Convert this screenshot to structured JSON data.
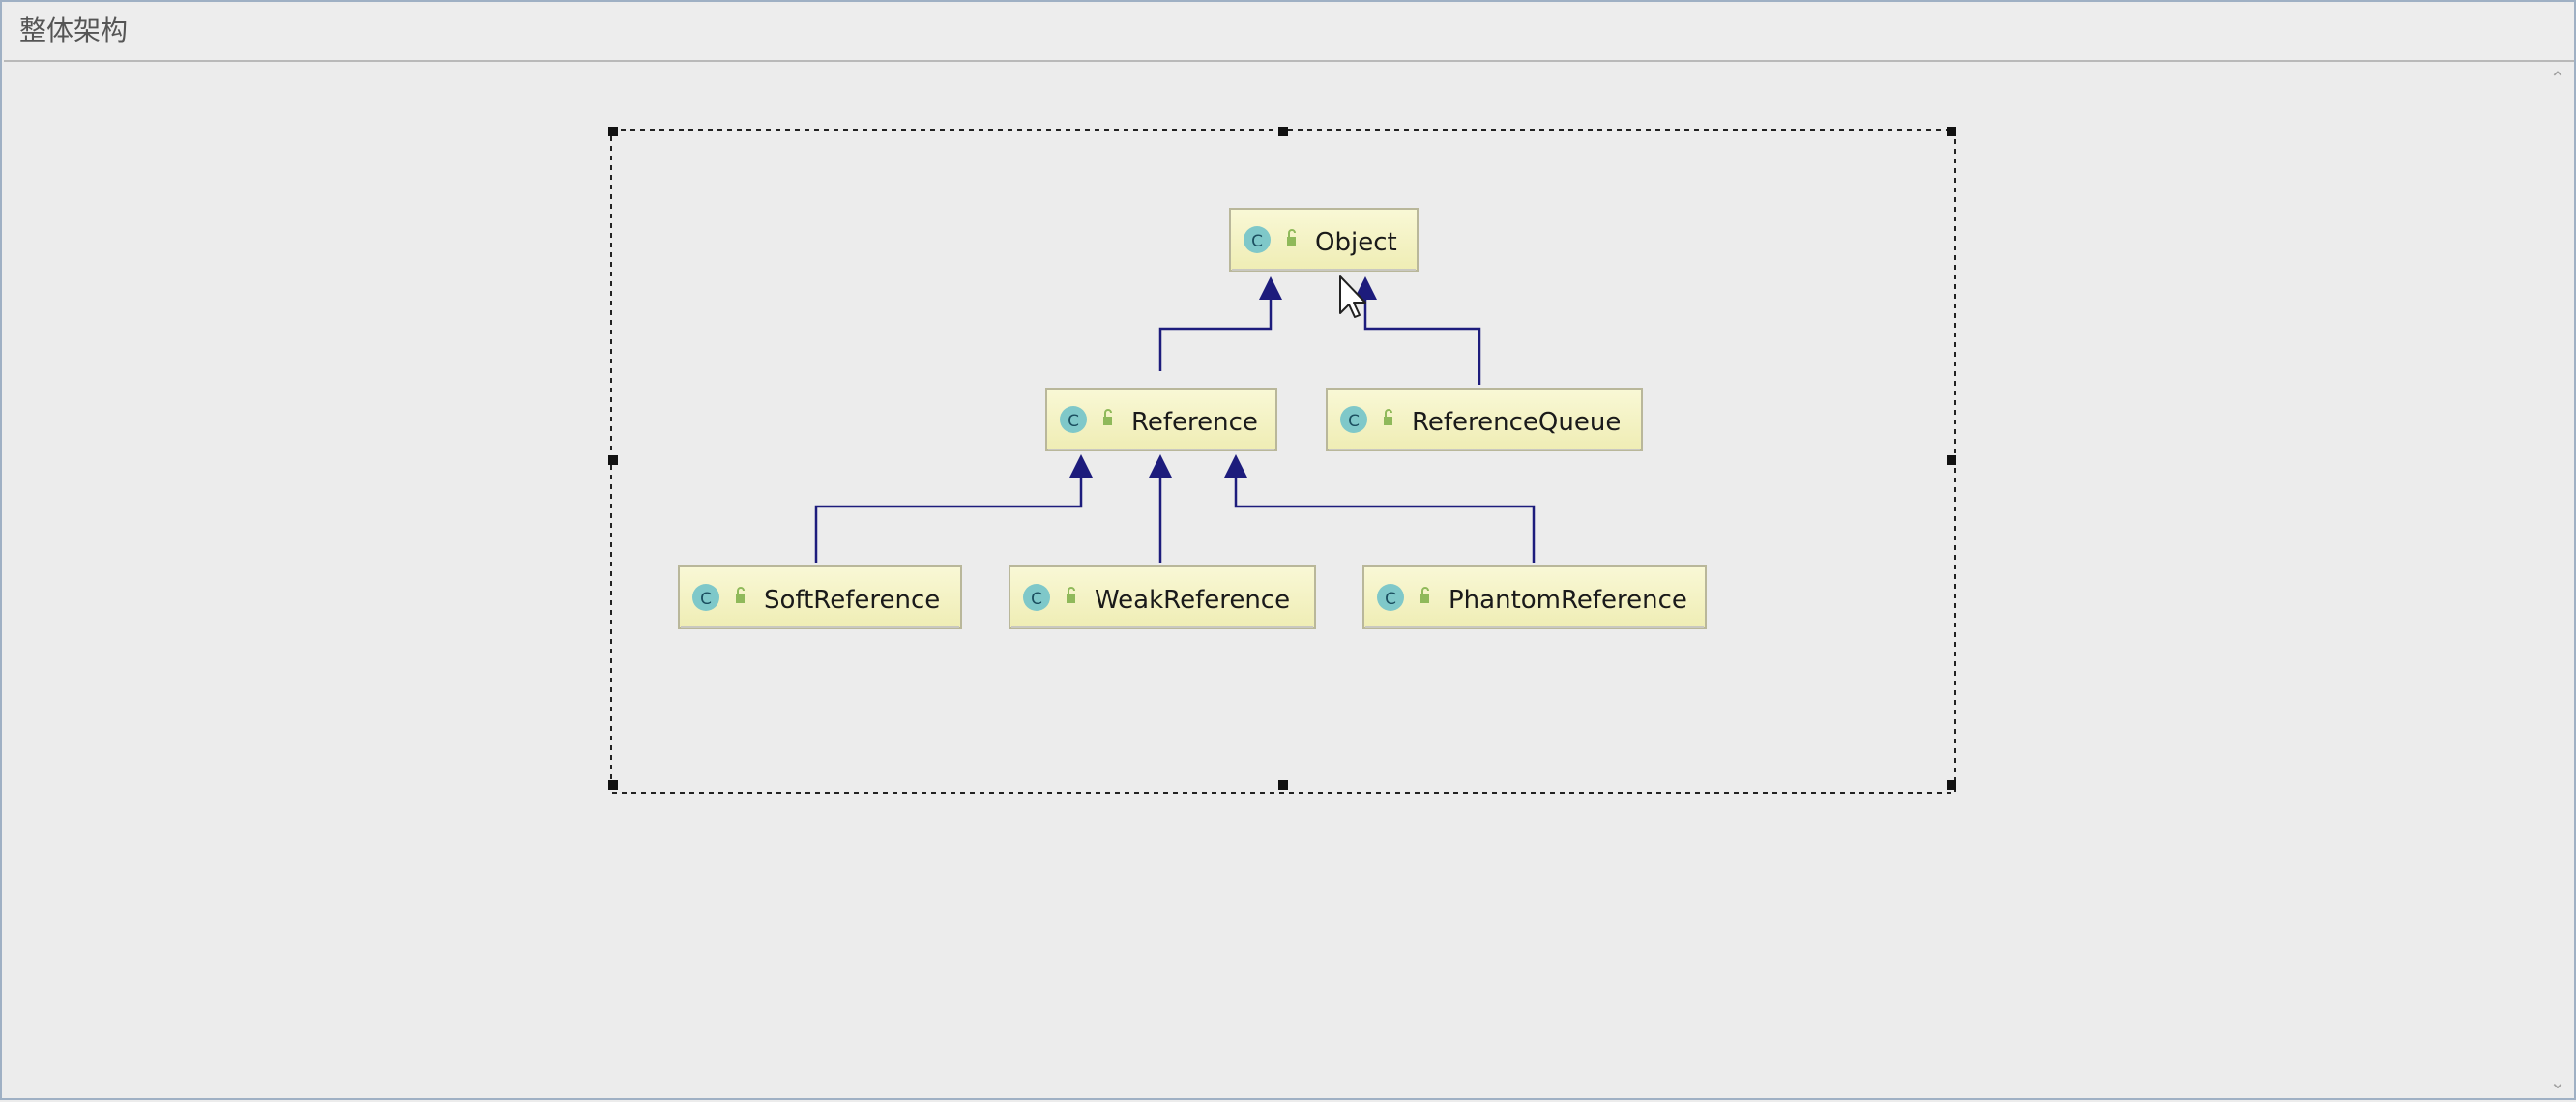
{
  "window": {
    "title": "整体架构"
  },
  "scrollbar": {
    "up_icon": "chevron-up-icon",
    "down_icon": "chevron-down-icon"
  },
  "diagram": {
    "classes": {
      "object": "Object",
      "reference": "Reference",
      "reference_queue": "ReferenceQueue",
      "soft_reference": "SoftReference",
      "weak_reference": "WeakReference",
      "phantom_reference": "PhantomReference"
    },
    "class_badge": "C",
    "colors": {
      "node_fill": "#f5f3c4",
      "node_border": "#b9b79a",
      "badge_fill": "#7fc8c9",
      "arrow": "#1d1c7c",
      "selection": "#222222",
      "lock": "#8fb95a"
    }
  }
}
